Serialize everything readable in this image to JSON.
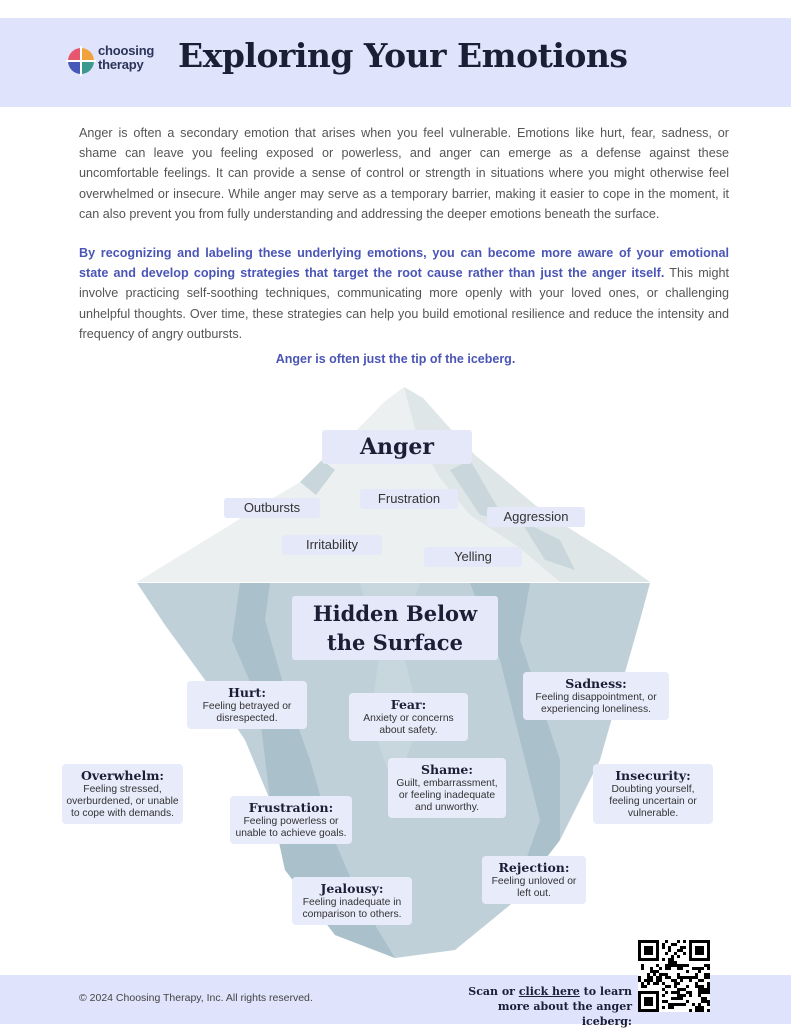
{
  "header": {
    "logo_line1": "choosing",
    "logo_line2": "therapy",
    "title": "Exploring Your Emotions"
  },
  "intro": {
    "paragraph1": "Anger is often a secondary emotion that arises when you feel vulnerable. Emotions like hurt, fear, sadness, or shame can leave you feeling exposed or powerless, and anger can emerge as a defense against these uncomfortable feelings. It can provide a sense of control or strength in situations where you might otherwise feel overwhelmed or insecure. While anger may serve as a temporary barrier, making it easier to cope in the moment, it can also prevent you from fully understanding and addressing the deeper emotions beneath the surface.",
    "paragraph2_highlight": "By recognizing and labeling these underlying emotions, you can become more aware of your emotional state and develop coping strategies that target the root cause rather than just the anger itself.",
    "paragraph2_rest": " This might involve practicing self-soothing techniques, communicating more openly with your loved ones, or challenging unhelpful thoughts. Over time, these strategies can help you build emotional resilience and reduce the intensity and frequency of angry outbursts.",
    "tagline": "Anger is often just the tip of the iceberg."
  },
  "iceberg": {
    "top_title": "Anger",
    "top_items": {
      "outbursts": "Outbursts",
      "frustration": "Frustration",
      "aggression": "Aggression",
      "irritability": "Irritability",
      "yelling": "Yelling"
    },
    "bottom_title_line1": "Hidden Below",
    "bottom_title_line2": "the Surface",
    "emotions": {
      "hurt": {
        "title": "Hurt:",
        "desc": "Feeling betrayed or disrespected."
      },
      "fear": {
        "title": "Fear:",
        "desc": "Anxiety or concerns about safety."
      },
      "sadness": {
        "title": "Sadness:",
        "desc": "Feeling disappointment, or experiencing loneliness."
      },
      "overwhelm": {
        "title": "Overwhelm:",
        "desc": "Feeling stressed, overburdened, or unable to cope with demands."
      },
      "shame": {
        "title": "Shame:",
        "desc": "Guilt, embarrassment, or feeling inadequate and unworthy."
      },
      "insecurity": {
        "title": "Insecurity:",
        "desc": "Doubting yourself, feeling uncertain or vulnerable."
      },
      "frustration": {
        "title": "Frustration:",
        "desc": "Feeling powerless or unable to achieve goals."
      },
      "rejection": {
        "title": "Rejection:",
        "desc": "Feeling unloved or left out."
      },
      "jealousy": {
        "title": "Jealousy:",
        "desc": "Feeling inadequate in comparison to others."
      }
    }
  },
  "footer": {
    "copyright": "© 2024 Choosing Therapy, Inc. All rights reserved.",
    "scan_prefix": "Scan or ",
    "scan_link": "click here",
    "scan_suffix": " to learn more about the anger iceberg:"
  },
  "colors": {
    "accent": "#4a55b5",
    "band": "#dfe3fb",
    "chip": "#e5e8f8",
    "ice_top": "#eef0f0",
    "ice_water": "#bccdd6"
  }
}
